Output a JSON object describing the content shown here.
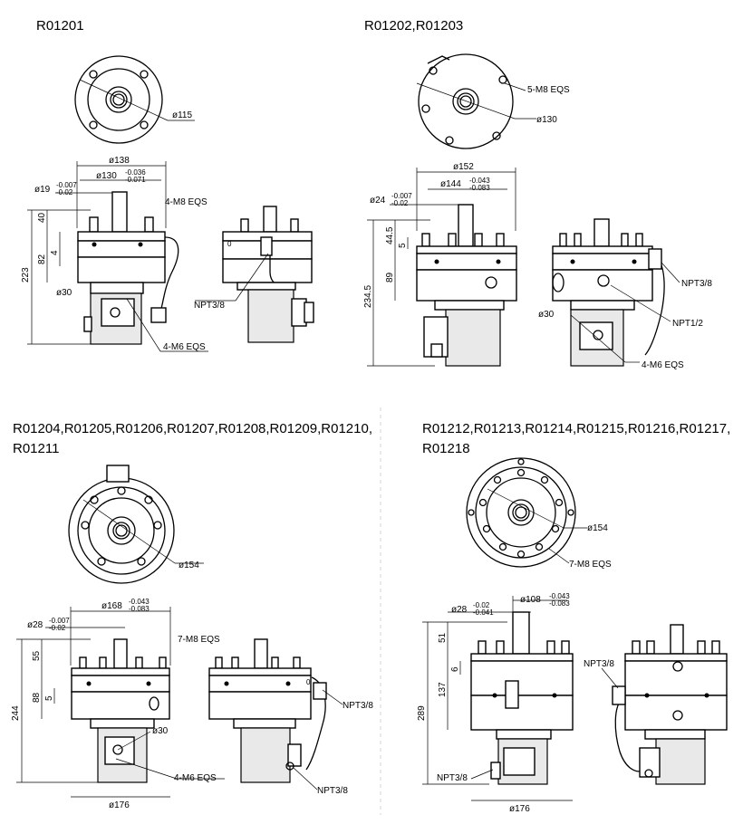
{
  "groups": [
    {
      "title": "R01201",
      "top_dia": "ø115",
      "outer_dia": "ø138",
      "pilot_dia_main": "ø130",
      "pilot_tol_upper": "-0.036",
      "pilot_tol_lower": "-0.071",
      "shaft_dia_main": "ø19",
      "shaft_tol_upper": "-0.007",
      "shaft_tol_lower": "-0.02",
      "bolts_top": "4-M8 EQS",
      "h1": "40",
      "h2": "82",
      "h3": "4",
      "total": "223",
      "small_dia": "ø30",
      "bolts_bottom": "4-M6 EQS",
      "port": "NPT3/8"
    },
    {
      "title": "R01202,R01203",
      "top_bolts": "5-M8 EQS",
      "top_dia": "ø130",
      "outer_dia": "ø152",
      "pilot_dia_main": "ø144",
      "pilot_tol_upper": "-0.043",
      "pilot_tol_lower": "-0.083",
      "shaft_dia_main": "ø24",
      "shaft_tol_upper": "-0.007",
      "shaft_tol_lower": "-0.02",
      "h1": "44.5",
      "h2": "89",
      "h3": "5",
      "total": "234.5",
      "small_dia": "ø30",
      "port1": "NPT3/8",
      "port2": "NPT1/2",
      "bolts_bottom": "4-M6 EQS"
    },
    {
      "title_line1": "R01204,R01205,R01206,R01207,R01208,R01209,R01210,",
      "title_line2": "R01211",
      "top_dia": "ø154",
      "pilot_dia_main": "ø168",
      "pilot_tol_upper": "-0.043",
      "pilot_tol_lower": "-0.083",
      "shaft_dia_main": "ø28",
      "shaft_tol_upper": "-0.007",
      "shaft_tol_lower": "-0.02",
      "bolts_top": "7-M8 EQS",
      "h1": "55",
      "h2": "88",
      "h3": "5",
      "total": "244",
      "small_dia": "ø30",
      "bolts_bottom": "4-M6 EQS",
      "bottom_dia": "ø176",
      "port1": "NPT3/8",
      "port2": "NPT3/8"
    },
    {
      "title_line1": "R01212,R01213,R01214,R01215,R01216,R01217,",
      "title_line2": "R01218",
      "top_dia": "ø154",
      "top_bolts": "7-M8 EQS",
      "pilot_dia_main": "ø108",
      "pilot_tol_upper": "-0.043",
      "pilot_tol_lower": "-0.083",
      "shaft_dia_main": "ø28",
      "shaft_tol_upper": "-0.02",
      "shaft_tol_lower": "-0.041",
      "h1": "51",
      "h2": "137",
      "h3": "6",
      "total": "289",
      "bottom_dia": "ø176",
      "port_left": "NPT3/8",
      "port_right": "NPT3/8"
    }
  ]
}
